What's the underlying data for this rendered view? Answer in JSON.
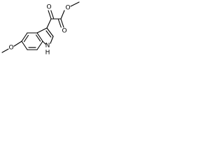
{
  "structure": {
    "atoms": {
      "O_methoxy": "O",
      "O_ester_single": "O",
      "O_ketone": "O",
      "O_ester_carbonyl": "O",
      "N_indole": "N",
      "H_indole": "H"
    }
  },
  "colors": {
    "bond": "#000000",
    "background": "#ffffff"
  }
}
